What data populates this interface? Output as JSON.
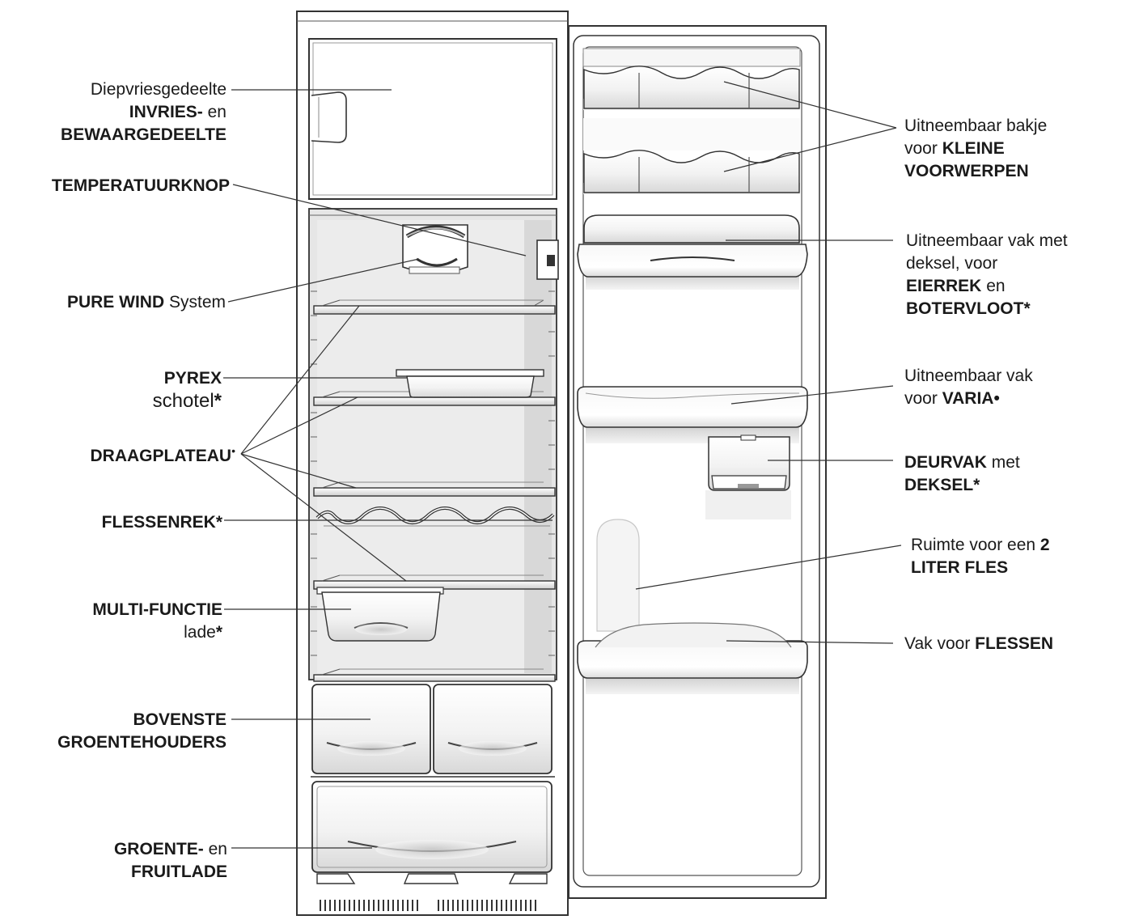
{
  "labels_left": {
    "freezer": {
      "line1": "Diepvriesgedeelte",
      "line2_bold": "INVRIES-",
      "line2_rest": " en",
      "line3_bold": "BEWAARGEDEELTE"
    },
    "thermostat": {
      "bold": "TEMPERATUURKNOP"
    },
    "pure_wind": {
      "bold": "PURE WIND",
      "rest": " System"
    },
    "pyrex": {
      "bold": "PYREX",
      "line2": "schotel",
      "line2_mark": "*"
    },
    "shelf": {
      "bold": "DRAAGPLATEAU",
      "mark": "•"
    },
    "bottle_rack": {
      "bold": "FLESSENREK*"
    },
    "multi_drawer": {
      "bold": "MULTI-FUNCTIE",
      "line2": "lade",
      "line2_mark": "*"
    },
    "upper_crisper": {
      "bold1": "BOVENSTE",
      "bold2": "GROENTEHOUDERS"
    },
    "crisper": {
      "bold1": "GROENTE-",
      "rest1": " en",
      "bold2": "FRUITLADE"
    }
  },
  "labels_right": {
    "small_items": {
      "line1": "Uitneembaar bakje",
      "line2_pre": "voor ",
      "line2_bold": "KLEINE",
      "line3_bold": "VOORWERPEN"
    },
    "egg_butter": {
      "line1": "Uitneembaar vak met",
      "line2": "deksel, voor",
      "line3_bold": "EIERREK",
      "line3_rest": " en",
      "line4_bold": "BOTERVLOOT*"
    },
    "varia": {
      "line1": "Uitneembaar vak",
      "line2_pre": "voor ",
      "line2_bold": "VARIA•"
    },
    "door_bin": {
      "line1_bold": "DEURVAK",
      "line1_rest": " met",
      "line2_bold": "DEKSEL*"
    },
    "two_liter": {
      "line1_pre": "Ruimte voor een ",
      "line1_bold": "2",
      "line2_bold": "LITER FLES"
    },
    "bottles": {
      "pre": "Vak voor ",
      "bold": "FLESSEN"
    }
  }
}
